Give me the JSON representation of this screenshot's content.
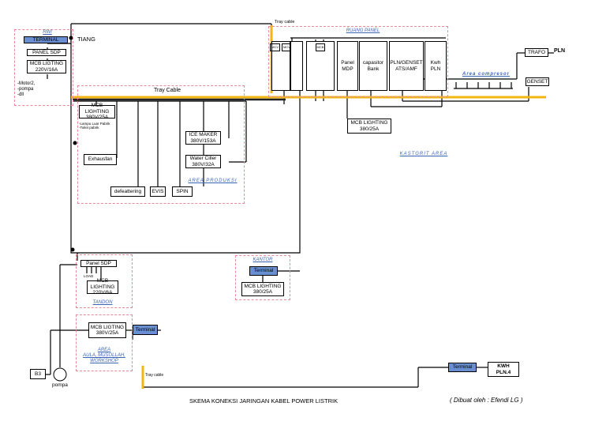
{
  "top": {
    "tray_cable_top": "Tray cable",
    "tiang": "TIANG",
    "ruang_panel": "RUANG PANEL"
  },
  "rwi": {
    "area": "RWI",
    "terminal": "TERMINAL",
    "panel_sdp": "PANEL SDP",
    "mcb": "MCB LIGTING\n220V/16A",
    "loads": "-Motor2,\n-pompa\n-dll"
  },
  "panel_room": {
    "small_labels": [
      "MCV",
      "MCV",
      "MCB"
    ],
    "panel_mdp": "Panel\nMDP",
    "capasitor": "capasitor\nBank",
    "pln_genset": "PLN/GENSET\nATS/AMF",
    "kwh_pln": "Kwh\nPLN",
    "mcb_lighting": "MCB LIGHTING\n380/25A"
  },
  "trafo": "TRAFO",
  "pln": "PLN",
  "genset": "GENSET",
  "area_compresor": "Area compresor",
  "kastgrit": "KASTGRIT AREA",
  "produksi": {
    "tray_cable": "Tray Cable",
    "mcb": "MCB LIGHTING\n380V/25A",
    "lampu": "-Lampu Luar Pabrik\n-Toilet pabrik",
    "exhaust": "Exhausfan",
    "defeat": "defeattering",
    "evis": "EVIS",
    "spin": "SPIN",
    "ice": "ICE MAKER\n380V/153A",
    "water": "Water Ciller\n380V/32A",
    "area": "AREA PRODUKSI"
  },
  "tandon": {
    "panel_sdp": "Panel SDP",
    "load": "LOAD",
    "mcb": "MCB LIGHTING\n220V/6A",
    "area": "TANDON"
  },
  "kantor": {
    "area": "KANTOR",
    "terminal": "Terminal",
    "mcb": "MCB LIGHTING\n380/25A"
  },
  "aula": {
    "mcb": "MCB LIGTING\n380V/25A",
    "terminal": "Terminal",
    "area": "AREA\nAULA, MUSOLLAH,\nWORKSHOP"
  },
  "bottom": {
    "b3": "B3",
    "pompa": "pompa",
    "tray_cable": "Tray cable",
    "terminal": "Terminal",
    "kwh": "KWH\nPLN.4"
  },
  "title": "SKEMA KONEKSI JARINGAN KABEL POWER LISTRIK",
  "author": "( Dibuat oleh : Efendi LG )"
}
